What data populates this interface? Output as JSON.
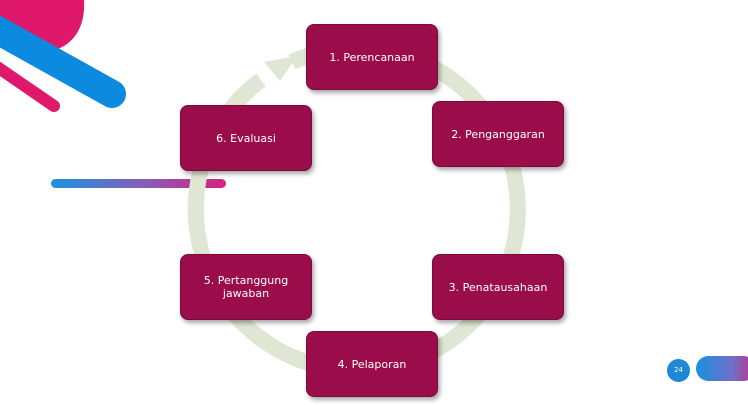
{
  "diagram": {
    "steps": [
      {
        "label": "1. Perencanaan"
      },
      {
        "label": "2. Penganggaran"
      },
      {
        "label": "3. Penatausahaan"
      },
      {
        "label": "4. Pelaporan"
      },
      {
        "label": "5. Pertanggung\njawaban"
      },
      {
        "label": "6. Evaluasi"
      }
    ]
  },
  "footer": {
    "page_number": "24"
  },
  "colors": {
    "box_fill": "#9b0d4a",
    "ring": "#dfe6d3",
    "magenta": "#e0186c",
    "blue": "#0a8be0"
  }
}
